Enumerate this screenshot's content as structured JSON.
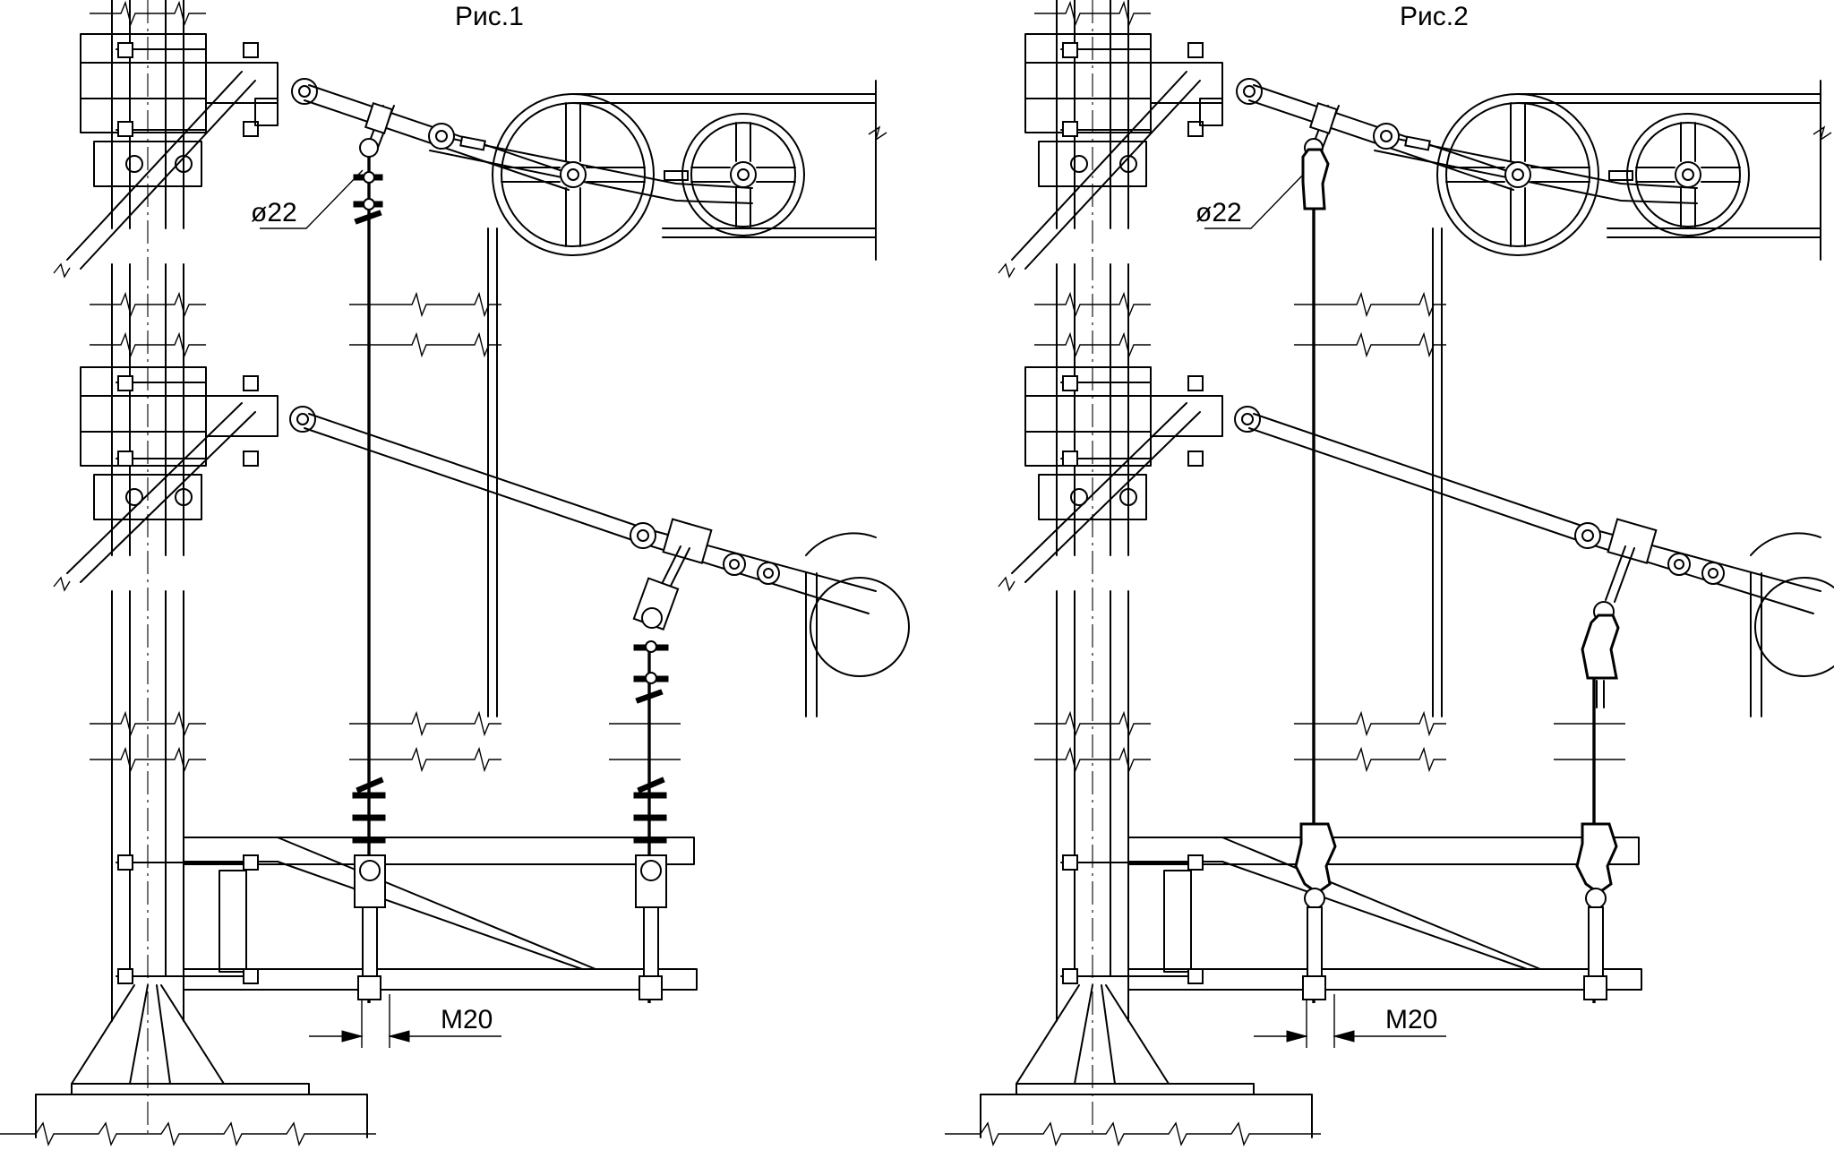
{
  "figures": [
    {
      "title": "Рис.1",
      "diameter_label": "ø22",
      "thread_label": "M20"
    },
    {
      "title": "Рис.2",
      "diameter_label": "ø22",
      "thread_label": "M20"
    }
  ]
}
